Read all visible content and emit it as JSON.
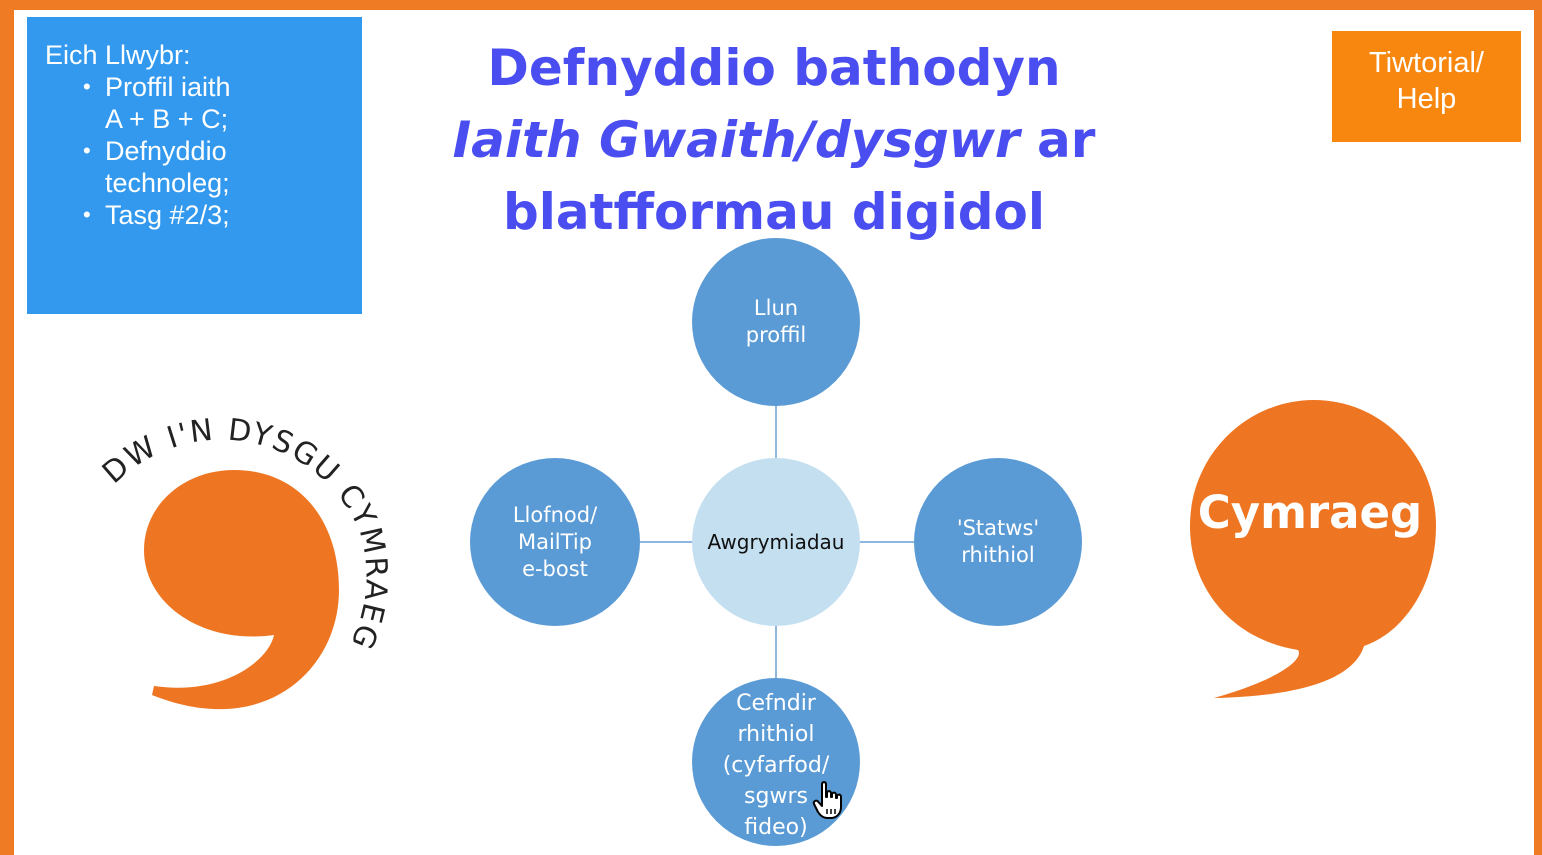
{
  "path_box": {
    "title": "Eich Llwybr:",
    "items": [
      "Proffil iaith",
      "A + B + C;",
      "Defnyddio",
      "technoleg;",
      "Tasg #2/3;"
    ]
  },
  "help_button": {
    "line1": "Tiwtorial/",
    "line2": "Help"
  },
  "title": {
    "line1": "Defnyddio bathodyn",
    "line2_italic": "Iaith Gwaith/dysgwr",
    "line2_rest": " ar",
    "line3": "blatfformau digidol"
  },
  "diagram": {
    "center": "Awgrymiadau",
    "top": [
      "Llun",
      "proffil"
    ],
    "left": [
      "Llofnod/",
      "MailTip",
      "e-bost"
    ],
    "right": [
      "'Statws'",
      "rhithiol"
    ],
    "bottom": [
      "Cefndir",
      "rhithiol",
      "(cyfarfod/",
      "sgwrs",
      "fideo)"
    ]
  },
  "logo_left": {
    "text": "DW I'N DYSGU CYMRAEG"
  },
  "logo_right": {
    "text": "Cymraeg"
  },
  "colors": {
    "frame": "#ef7b24",
    "title": "#4a4ef0",
    "path_box": "#3399ee",
    "help_button": "#f8870f",
    "node_outer": "#5b9bd5",
    "node_center": "#c4dff0",
    "logo_orange": "#ee7623"
  },
  "icons": {
    "cursor": "hand-pointer-icon"
  }
}
